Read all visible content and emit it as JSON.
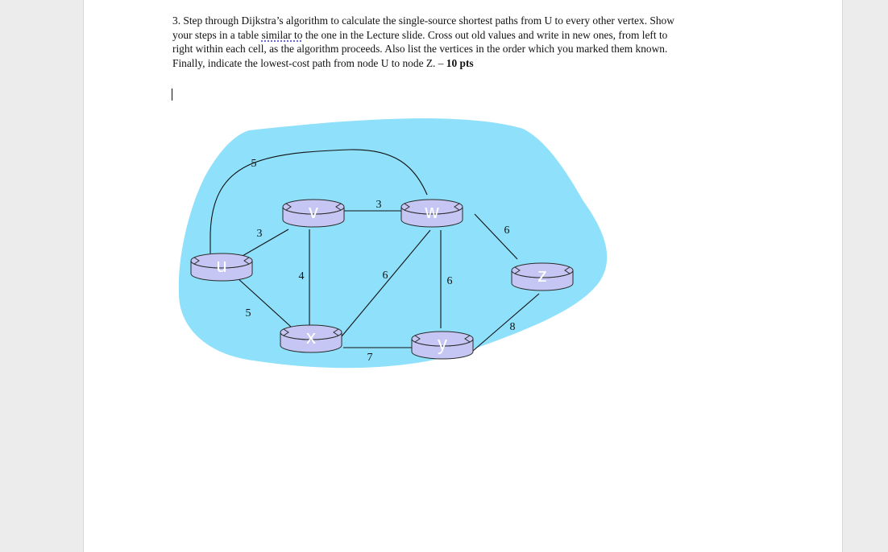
{
  "question": {
    "line1": "3. Step through Dijkstra’s algorithm to calculate the single-source shortest paths from U to every other vertex. Show",
    "line2_pre": "your steps in a table ",
    "line2_dotted": "similar to",
    "line2_post": " the one in the Lecture slide. Cross out old values and write in new ones, from left to",
    "line3": "right within each cell, as the algorithm proceeds. Also list the vertices in the order which you marked them known.",
    "line4": "Finally, indicate the lowest-cost path from node U to node Z. – ",
    "points": "10 pts"
  },
  "graph": {
    "colors": {
      "cloud": "#8ee0fb",
      "node_fill": "#c5c6f3",
      "node_stroke": "#2a2a2a",
      "edge": "#111111"
    },
    "nodes": [
      {
        "id": "u",
        "label": "u"
      },
      {
        "id": "v",
        "label": "v"
      },
      {
        "id": "w",
        "label": "w"
      },
      {
        "id": "x",
        "label": "x"
      },
      {
        "id": "y",
        "label": "y"
      },
      {
        "id": "z",
        "label": "z"
      }
    ],
    "edges": [
      {
        "from": "u",
        "to": "w",
        "weight": "5"
      },
      {
        "from": "u",
        "to": "v",
        "weight": "3"
      },
      {
        "from": "u",
        "to": "x",
        "weight": "5"
      },
      {
        "from": "v",
        "to": "w",
        "weight": "3"
      },
      {
        "from": "v",
        "to": "x",
        "weight": "4"
      },
      {
        "from": "w",
        "to": "x",
        "weight": "6"
      },
      {
        "from": "w",
        "to": "y",
        "weight": "6"
      },
      {
        "from": "w",
        "to": "z",
        "weight": "6"
      },
      {
        "from": "x",
        "to": "y",
        "weight": "7"
      },
      {
        "from": "y",
        "to": "z",
        "weight": "8"
      }
    ]
  }
}
